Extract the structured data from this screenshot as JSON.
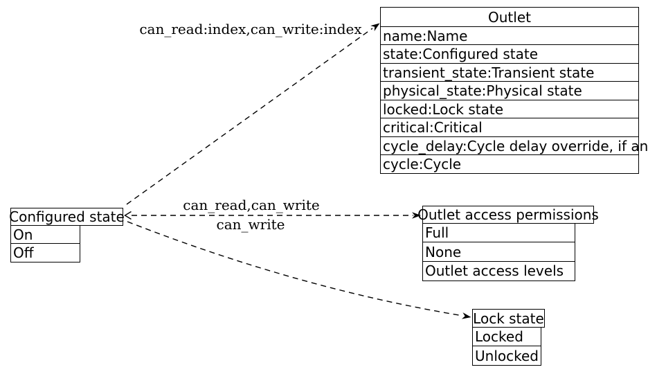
{
  "diagram": {
    "background": "#ffffff",
    "line_color": "#000000",
    "text_color": "#000000",
    "nodes": {
      "outlet": {
        "title": "Outlet",
        "rows": [
          "name:Name",
          "state:Configured state",
          "transient_state:Transient state",
          "physical_state:Physical state",
          "locked:Lock state",
          "critical:Critical",
          "cycle_delay:Cycle delay override, if any",
          "cycle:Cycle"
        ]
      },
      "configured_state": {
        "title": "Configured state",
        "rows": [
          "On",
          "Off"
        ]
      },
      "outlet_access_permissions": {
        "title": "Outlet access permissions",
        "rows": [
          "Full",
          "None",
          "Outlet access levels"
        ]
      },
      "lock_state": {
        "title": "Lock state",
        "rows": [
          "Locked",
          "Unlocked"
        ]
      }
    },
    "edge_labels": {
      "outlet_edge": "can_read:index,can_write:index",
      "permissions_edge": "can_read,can_write",
      "lock_edge": "can_write"
    }
  }
}
